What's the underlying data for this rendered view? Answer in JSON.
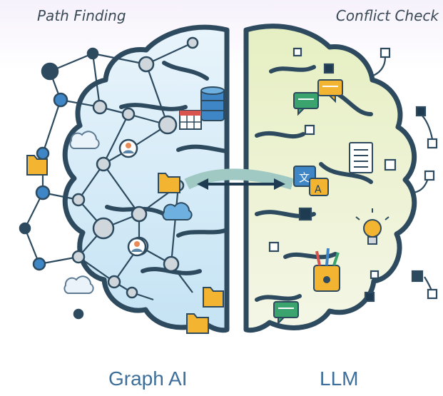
{
  "labels": {
    "top_left": "Path Finding",
    "top_right": "Conflict Check",
    "bottom_left": "Graph AI",
    "bottom_right": "LLM"
  },
  "colors": {
    "left_fill": "#d6ecf8",
    "right_fill": "#eef3cf",
    "outline": "#2d4a5f",
    "node": "#cfd6dc",
    "accent_blue": "#3e86c6",
    "folder": "#f2b431"
  }
}
